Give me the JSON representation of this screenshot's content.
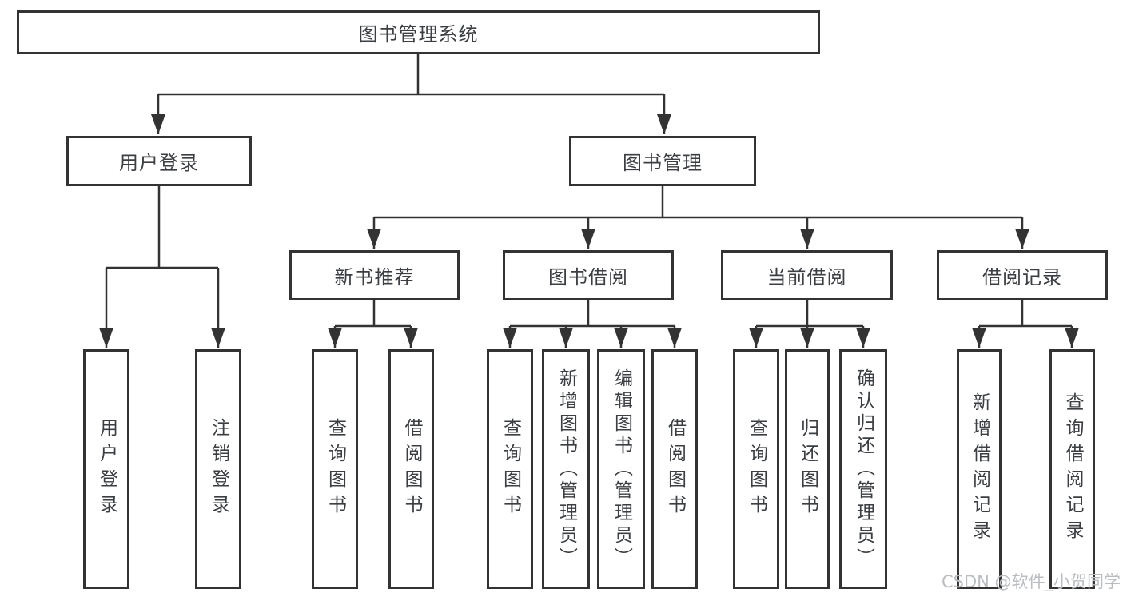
{
  "diagram": {
    "colors": {
      "line": "#333333",
      "text": "#3b3e42",
      "background": "#ffffff",
      "watermark": "#b9bdc1"
    },
    "root": {
      "label": "图书管理系统"
    },
    "level2": [
      {
        "label": "用户登录"
      },
      {
        "label": "图书管理"
      }
    ],
    "level3": [
      {
        "label": "新书推荐",
        "parent": "图书管理"
      },
      {
        "label": "图书借阅",
        "parent": "图书管理"
      },
      {
        "label": "当前借阅",
        "parent": "图书管理"
      },
      {
        "label": "借阅记录",
        "parent": "图书管理"
      }
    ],
    "leaves": [
      {
        "group": "用户登录",
        "label": "用户登录"
      },
      {
        "group": "用户登录",
        "label": "注销登录"
      },
      {
        "group": "新书推荐",
        "label": "查询图书"
      },
      {
        "group": "新书推荐",
        "label": "借阅图书"
      },
      {
        "group": "图书借阅",
        "label": "查询图书"
      },
      {
        "group": "图书借阅",
        "label": "新增图书（管理员）"
      },
      {
        "group": "图书借阅",
        "label": "编辑图书（管理员）"
      },
      {
        "group": "图书借阅",
        "label": "借阅图书"
      },
      {
        "group": "当前借阅",
        "label": "查询图书"
      },
      {
        "group": "当前借阅",
        "label": "归还图书"
      },
      {
        "group": "当前借阅",
        "label": "确认归还（管理员）"
      },
      {
        "group": "借阅记录",
        "label": "新增借阅记录"
      },
      {
        "group": "借阅记录",
        "label": "查询借阅记录"
      }
    ]
  },
  "watermark": {
    "text": "CSDN @软件_小贺同学"
  }
}
